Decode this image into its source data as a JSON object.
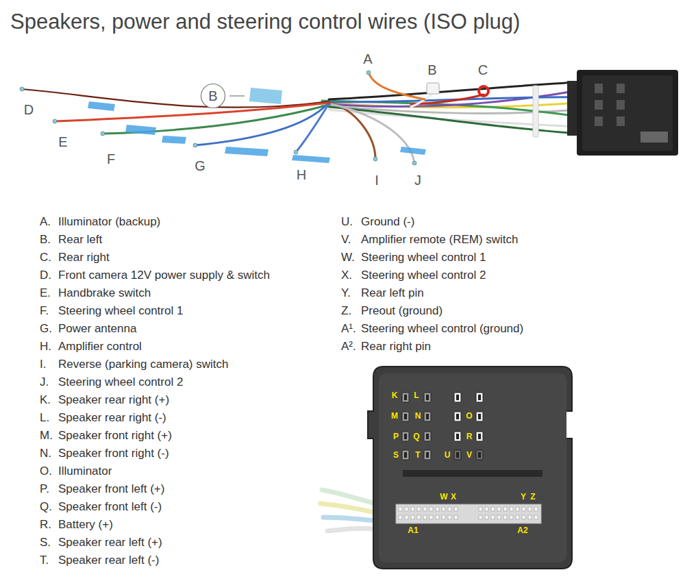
{
  "diagram": {
    "title": "Speakers, power and steering control wires (ISO plug)",
    "nodes": [
      {
        "text": [
          "B"
        ]
      }
    ],
    "labels": [
      "A",
      "B",
      "C",
      "D",
      "E",
      "F",
      "G",
      "H",
      "I",
      "J",
      "A.",
      "Illuminator (backup)",
      "B.",
      "Rear left",
      "C.",
      "Rear right",
      "D.",
      "Front camera 12V power supply & switch",
      "E.",
      "Handbrake switch",
      "F.",
      "Steering wheel control 1",
      "G.",
      "Power antenna",
      "H.",
      "Amplifier control",
      "I.",
      "Reverse (parking camera) switch",
      "J.",
      "Steering wheel control 2",
      "K.",
      "Speaker rear right (+)",
      "L.",
      "Speaker rear right (-)",
      "M.",
      "Speaker front right (+)",
      "N.",
      "Speaker front right (-)",
      "O.",
      "Illuminator",
      "P.",
      "Speaker front left (+)",
      "Q.",
      "Speaker front left (-)",
      "R.",
      "Battery (+)",
      "S.",
      "Speaker rear left (+)",
      "T.",
      "Speaker rear left (-)",
      "U.",
      "Ground (-)",
      "V.",
      "Amplifier remote (REM) switch",
      "W.",
      "Steering wheel control 1",
      "X.",
      "Steering wheel control 2",
      "Y.",
      "Rear left pin",
      "Z.",
      "Preout (ground)",
      "A¹.",
      "Steering wheel control (ground)",
      "A².",
      "Rear right pin",
      "K",
      "L",
      "M",
      "N",
      "O",
      "P",
      "Q",
      "R",
      "S",
      "T",
      "U",
      "V",
      "W",
      "X",
      "Y",
      "Z",
      "A1",
      "A2"
    ]
  }
}
